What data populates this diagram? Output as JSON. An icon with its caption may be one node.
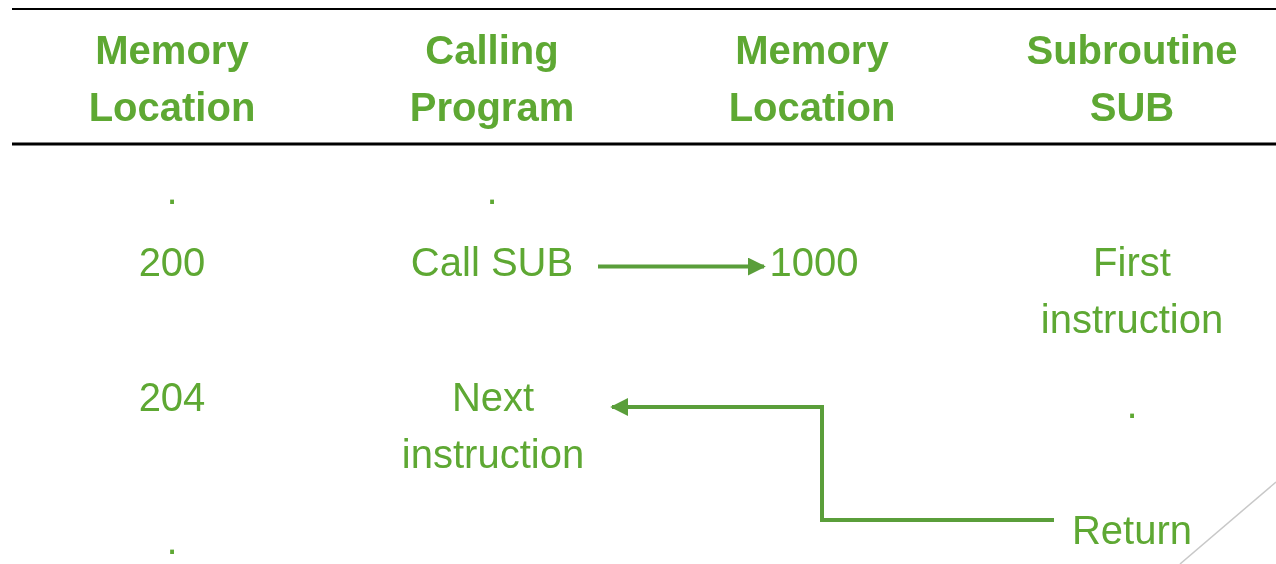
{
  "diagram": {
    "nodes": [
      {
        "text": [
          "Call SUB"
        ]
      },
      {
        "text": [
          "1000"
        ]
      },
      {
        "text": [
          "Next instruction"
        ]
      },
      {
        "text": [
          "Return"
        ]
      }
    ],
    "edges": [
      {
        "from": 0,
        "to": 1,
        "arrow": "to"
      },
      {
        "from": 3,
        "to": 2,
        "arrow": "to"
      }
    ],
    "labels": [
      "Memory Location",
      "Calling Program",
      "Memory Location",
      "Subroutine SUB",
      ".",
      ".",
      "200",
      "First instruction",
      "204",
      ".",
      "."
    ]
  }
}
